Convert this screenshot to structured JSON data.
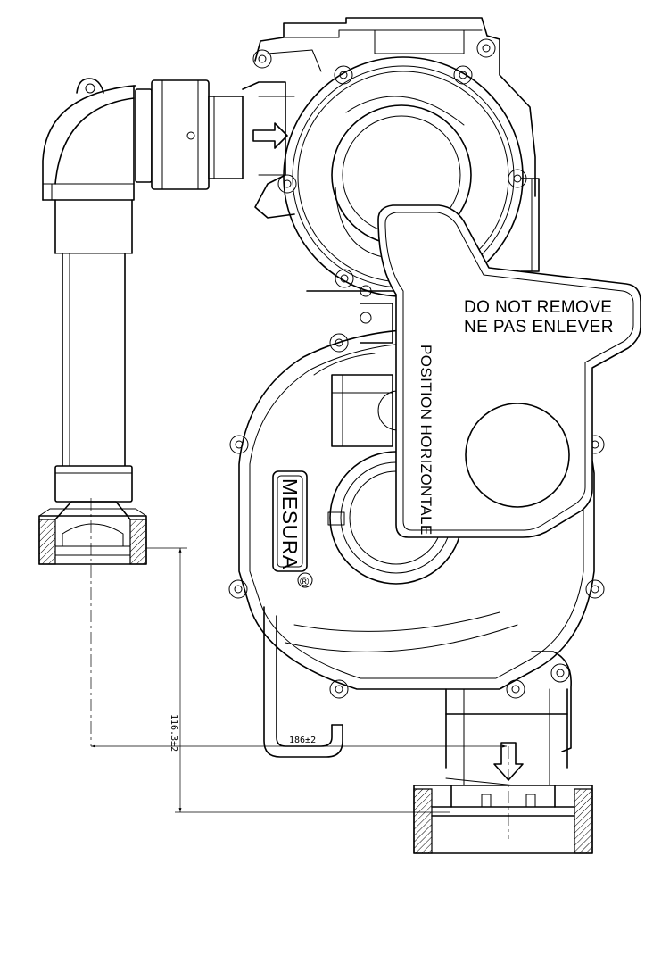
{
  "labels": {
    "do_not_remove": "DO NOT REMOVE",
    "ne_pas_enlever": "NE PAS ENLEVER",
    "position_horizontale": "POSITION HORIZONTALE",
    "brand": "MESURA",
    "registered": "®"
  },
  "dimensions": {
    "vertical_offset": "116.3±2",
    "horizontal_offset": "186±2"
  }
}
